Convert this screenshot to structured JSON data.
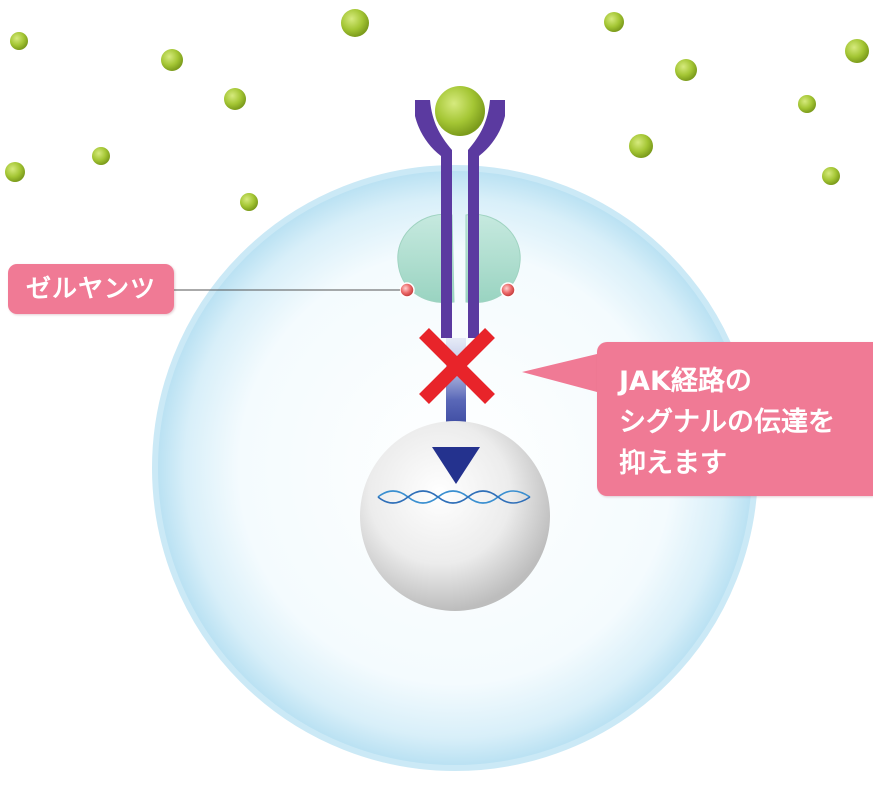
{
  "drug_label": "ゼルヤンツ",
  "callout": {
    "lines": [
      "JAK経路の",
      "シグナルの伝達を",
      "抑えます"
    ]
  },
  "colors": {
    "cytokine": "#a8c83a",
    "receptor": "#5b3aa0",
    "jak_protein": "#a6dccb",
    "inhibitor_dot": "#e85a5a",
    "block_x": "#e8242a",
    "signal_arrow": "#2b3d9a",
    "cell": "#d6eef8",
    "nucleus": "#e6e6e6",
    "dna": "#3a8fd0",
    "label_pink": "#f07a95"
  }
}
